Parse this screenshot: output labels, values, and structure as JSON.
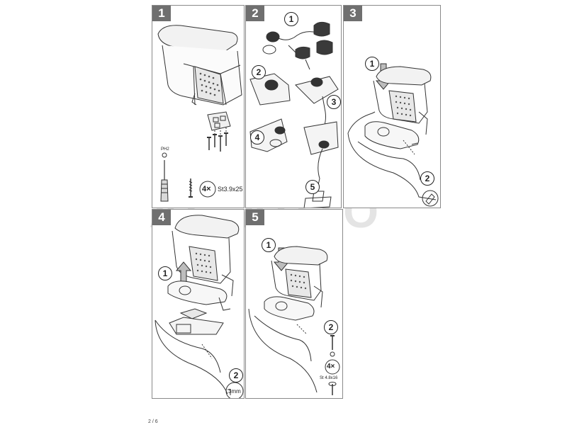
{
  "watermark": "AC AUTO",
  "page_number": "2 / 6",
  "panels": [
    {
      "step": "1",
      "callouts": [],
      "screw_count": "4×",
      "screw_spec": "St3.9x25",
      "tool_label": "PH2"
    },
    {
      "step": "2",
      "callouts": [
        "1",
        "2",
        "3",
        "4",
        "5"
      ]
    },
    {
      "step": "3",
      "callouts": [
        "1",
        "2"
      ]
    },
    {
      "step": "4",
      "callouts": [
        "1",
        "2"
      ],
      "hole_size": "3mm"
    },
    {
      "step": "5",
      "callouts": [
        "1",
        "2"
      ],
      "screw_count": "4×",
      "screw_spec": "St 4.8x16"
    }
  ]
}
